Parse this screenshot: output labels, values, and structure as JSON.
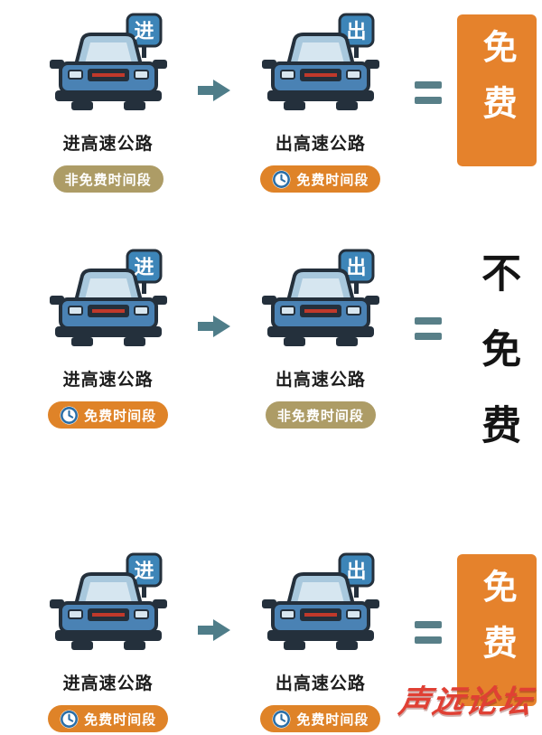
{
  "rows": [
    {
      "left": {
        "sign": "进",
        "label": "进高速公路",
        "badge_text": "非免费时间段",
        "badge_type": "badge-nonfree"
      },
      "right": {
        "sign": "出",
        "label": "出高速公路",
        "badge_text": "免费时间段",
        "badge_type": "badge-free"
      },
      "result_text": "免费",
      "result_type": "result-free"
    },
    {
      "left": {
        "sign": "进",
        "label": "进高速公路",
        "badge_text": "免费时间段",
        "badge_type": "badge-free"
      },
      "right": {
        "sign": "出",
        "label": "出高速公路",
        "badge_text": "非免费时间段",
        "badge_type": "badge-nonfree"
      },
      "result_text": "不免费",
      "result_type": "result-notfree"
    },
    {
      "left": {
        "sign": "进",
        "label": "进高速公路",
        "badge_text": "免费时间段",
        "badge_type": "badge-free"
      },
      "right": {
        "sign": "出",
        "label": "出高速公路",
        "badge_text": "免费时间段",
        "badge_type": "badge-free"
      },
      "result_text": "免费",
      "result_type": "result-free"
    }
  ],
  "watermark": "声远论坛",
  "colors": {
    "free_badge": "#df8328",
    "nonfree_badge": "#ad9c66",
    "free_result_box": "#e5822c",
    "arrow": "#4f7d89",
    "equals": "#587f88",
    "watermark": "#e04034",
    "car_body": "#4a82b4",
    "sign_plate": "#3d85b8"
  }
}
